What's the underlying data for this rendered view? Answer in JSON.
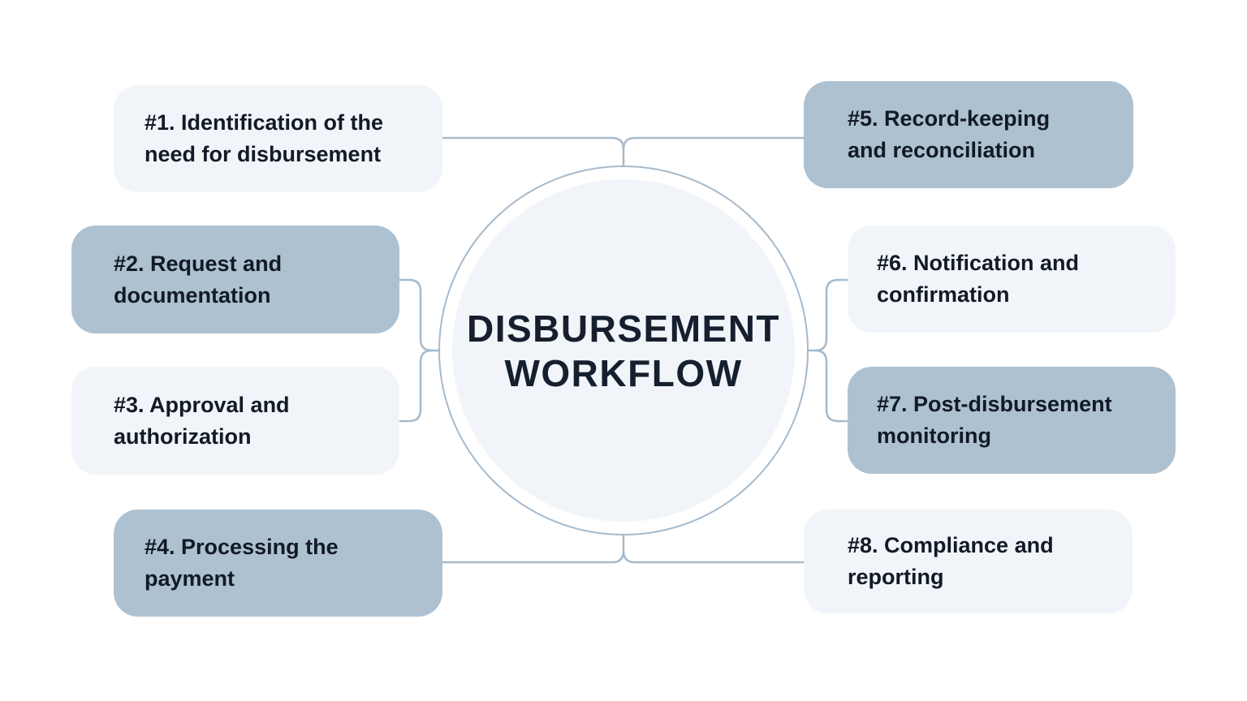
{
  "diagram": {
    "title_line1": "DISBURSEMENT",
    "title_line2": "WORKFLOW"
  },
  "steps": [
    {
      "line1": "#1. Identification of the",
      "line2": "need for disbursement",
      "variant": "light",
      "side": "left"
    },
    {
      "line1": "#2. Request and",
      "line2": "documentation",
      "variant": "dark",
      "side": "left"
    },
    {
      "line1": "#3. Approval and",
      "line2": "authorization",
      "variant": "light",
      "side": "left"
    },
    {
      "line1": "#4. Processing the",
      "line2": "payment",
      "variant": "dark",
      "side": "left"
    },
    {
      "line1": "#5. Record-keeping",
      "line2": "and reconciliation",
      "variant": "dark",
      "side": "right"
    },
    {
      "line1": "#6. Notification and",
      "line2": "confirmation",
      "variant": "light",
      "side": "right"
    },
    {
      "line1": "#7. Post-disbursement",
      "line2": "monitoring",
      "variant": "dark",
      "side": "right"
    },
    {
      "line1": "#8. Compliance and",
      "line2": "reporting",
      "variant": "light",
      "side": "right"
    }
  ],
  "colors": {
    "background": "#FFFFFF",
    "box_light": "#F1F5F9",
    "box_dark": "#ADC1D1",
    "connector": "#A6BACB",
    "circle_fill": "#F1F5F9",
    "text_dark": "#121A26",
    "title_color": "#161F2E"
  }
}
